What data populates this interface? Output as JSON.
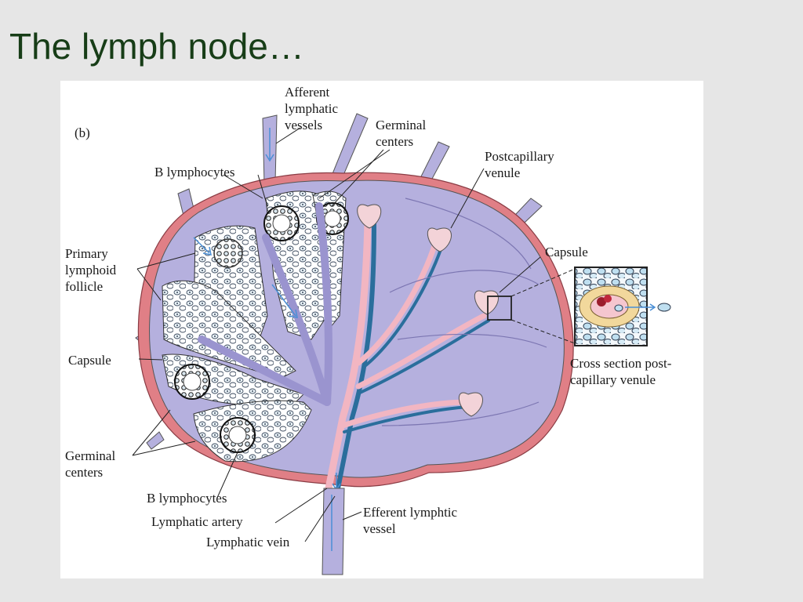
{
  "title": "The lymph node…",
  "figure": {
    "panel": "(b)",
    "labels": {
      "afferent": "Afferent\nlymphatic\nvessels",
      "germinal_top": "Germinal\ncenters",
      "postcapillary": "Postcapillary\nvenule",
      "b_lymph_top": "B lymphocytes",
      "primary_follicle": "Primary\nlymphoid\nfollicle",
      "capsule_right": "Capsule",
      "capsule_left": "Capsule",
      "cross_section": "Cross section post-\ncapillary venule",
      "germinal_bottom": "Germinal\ncenters",
      "b_lymph_bottom": "B lymphocytes",
      "lymph_artery": "Lymphatic artery",
      "lymph_vein": "Lymphatic vein",
      "efferent": "Efferent lymphtic\nvessel"
    },
    "colors": {
      "node_fill": "#b5b0de",
      "capsule": "#d9727a",
      "vein": "#2a6e9c",
      "artery": "#f2b6c2",
      "cell_outline": "#3c4a5e",
      "flow_arrow": "#4a8fd6"
    }
  }
}
